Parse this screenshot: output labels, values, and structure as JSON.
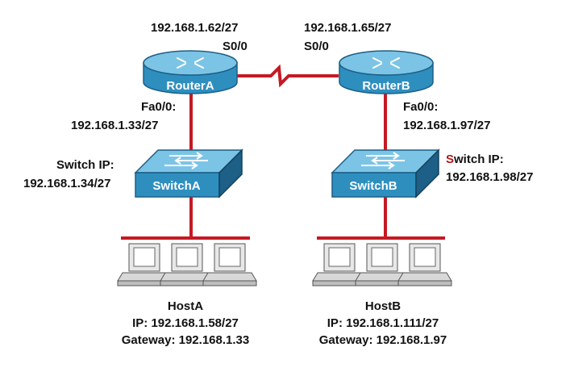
{
  "colors": {
    "link": "#c41a24",
    "device_blue": "#2e8fbf",
    "device_top": "#7cc4e6",
    "device_dark": "#1d5f86",
    "pc_gray": "#cfcfcf",
    "label_red": "#b01818"
  },
  "routerA": {
    "name": "RouterA",
    "serial_ip": "192.168.1.62/27",
    "serial_if": "S0/0",
    "fa_if": "Fa0/0:",
    "fa_ip": "192.168.1.33/27"
  },
  "routerB": {
    "name": "RouterB",
    "serial_ip": "192.168.1.65/27",
    "serial_if": "S0/0",
    "fa_if": "Fa0/0:",
    "fa_ip": "192.168.1.97/27"
  },
  "switchA": {
    "name": "SwitchA",
    "ip_label": "Switch IP:",
    "ip": "192.168.1.34/27"
  },
  "switchB": {
    "name": "SwitchB",
    "ip_label_prefix": "S",
    "ip_label_rest": "witch IP:",
    "ip": "192.168.1.98/27"
  },
  "hostA": {
    "name": "HostA",
    "ip": "IP: 192.168.1.58/27",
    "gateway": "Gateway: 192.168.1.33"
  },
  "hostB": {
    "name": "HostB",
    "ip": "IP: 192.168.1.111/27",
    "gateway": "Gateway: 192.168.1.97"
  }
}
